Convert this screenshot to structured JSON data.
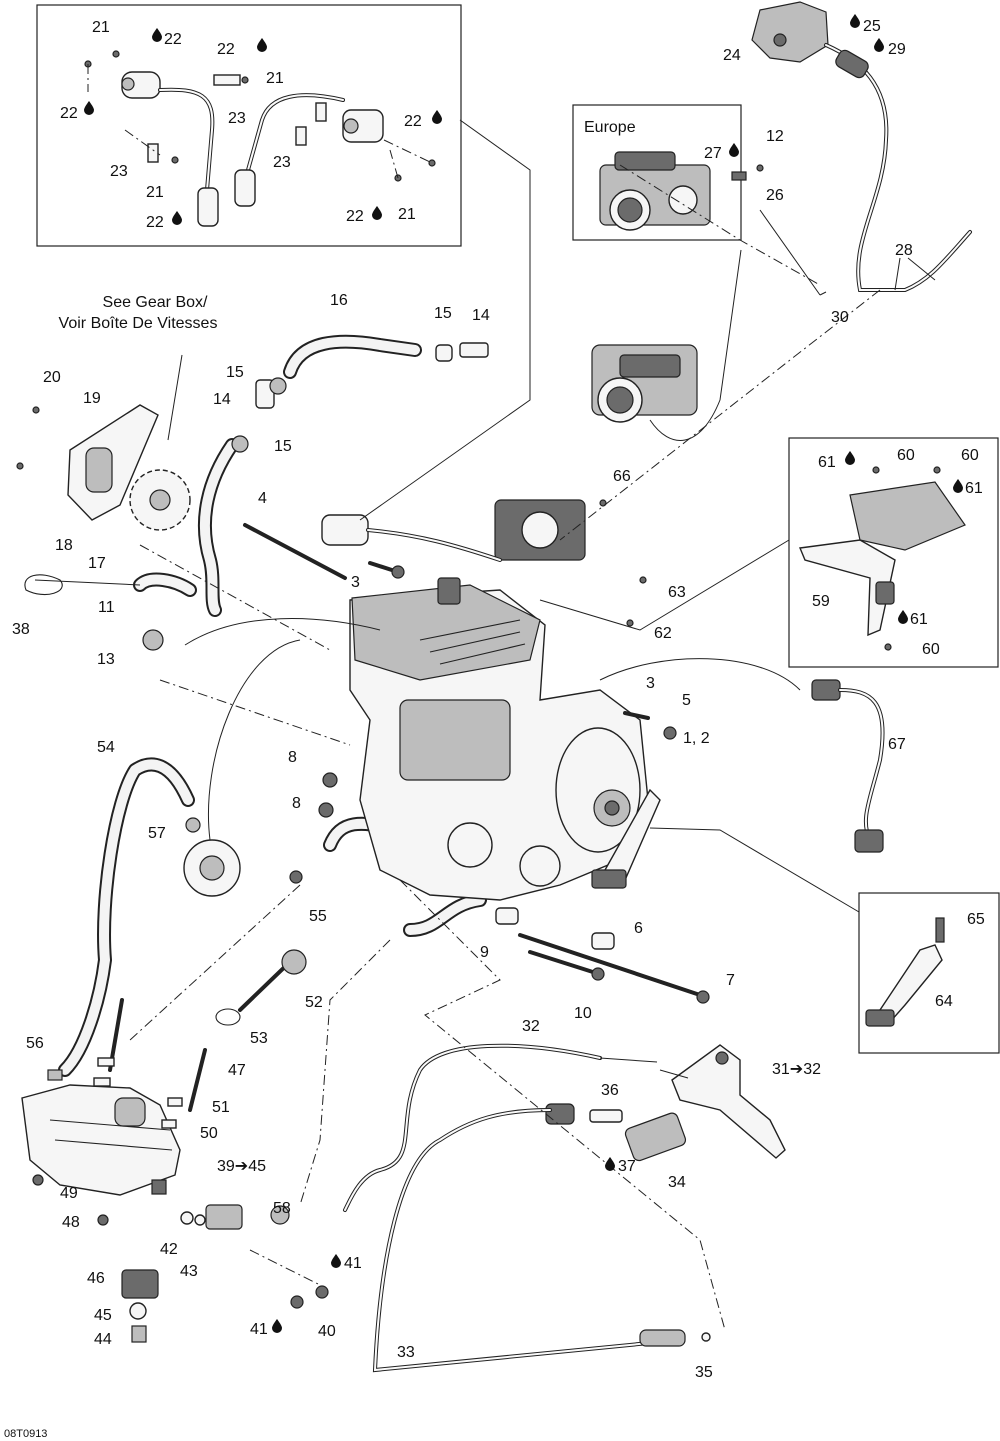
{
  "diagram_code": "08T0913",
  "notes": {
    "gear_box_line1": "See Gear Box/",
    "gear_box_line2": "Voir Boîte De Vitesses",
    "europe": "Europe"
  },
  "labels": {
    "p1_2": "1, 2",
    "p3a": "3",
    "p3b": "3",
    "p4": "4",
    "p5": "5",
    "p6": "6",
    "p7": "7",
    "p8a": "8",
    "p8b": "8",
    "p9": "9",
    "p10": "10",
    "p11": "11",
    "p12": "12",
    "p13": "13",
    "p14a": "14",
    "p14b": "14",
    "p15a": "15",
    "p15b": "15",
    "p15c": "15",
    "p16": "16",
    "p17": "17",
    "p18": "18",
    "p19": "19",
    "p20": "20",
    "p21a": "21",
    "p21b": "21",
    "p21c": "21",
    "p21d": "21",
    "p22a": "22",
    "p22b": "22",
    "p22c": "22",
    "p22d": "22",
    "p22e": "22",
    "p22f": "22",
    "p23a": "23",
    "p23b": "23",
    "p23c": "23",
    "p24": "24",
    "p25": "25",
    "p26": "26",
    "p27": "27",
    "p28": "28",
    "p29": "29",
    "p30": "30",
    "p31": "31➔32",
    "p32": "32",
    "p33": "33",
    "p34": "34",
    "p35": "35",
    "p36": "36",
    "p37": "37",
    "p38": "38",
    "p39": "39➔45",
    "p40": "40",
    "p41a": "41",
    "p41b": "41",
    "p42": "42",
    "p43": "43",
    "p44": "44",
    "p45": "45",
    "p46": "46",
    "p47": "47",
    "p48": "48",
    "p49": "49",
    "p50": "50",
    "p51": "51",
    "p52": "52",
    "p53": "53",
    "p54": "54",
    "p55": "55",
    "p56": "56",
    "p57": "57",
    "p58": "58",
    "p59": "59",
    "p60a": "60",
    "p60b": "60",
    "p60c": "60",
    "p61a": "61",
    "p61b": "61",
    "p61c": "61",
    "p62": "62",
    "p63": "63",
    "p64": "64",
    "p65": "65",
    "p66": "66",
    "p67": "67"
  },
  "icons": {
    "lubricant": "oil-drop-icon"
  }
}
